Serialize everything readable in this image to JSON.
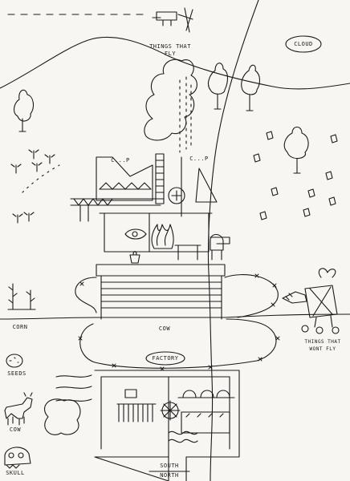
{
  "drawing": {
    "ink_color": "#1a1a1a",
    "paper_color": "#f7f6f2",
    "labels": {
      "things_that_fly": "THINGS THAT FLY",
      "cloud": "CLOUD",
      "cp_left": "C...P",
      "cp_right": "C...P",
      "corn": "CORN",
      "cow_field": "COW",
      "factory": "FACTORY",
      "seeds": "SEEDS",
      "cow": "COW",
      "skull": "SKULL",
      "things_that_wont_fly": "THINGS THAT WONT FLY",
      "south": "SOUTH",
      "north": "NORTH"
    }
  }
}
